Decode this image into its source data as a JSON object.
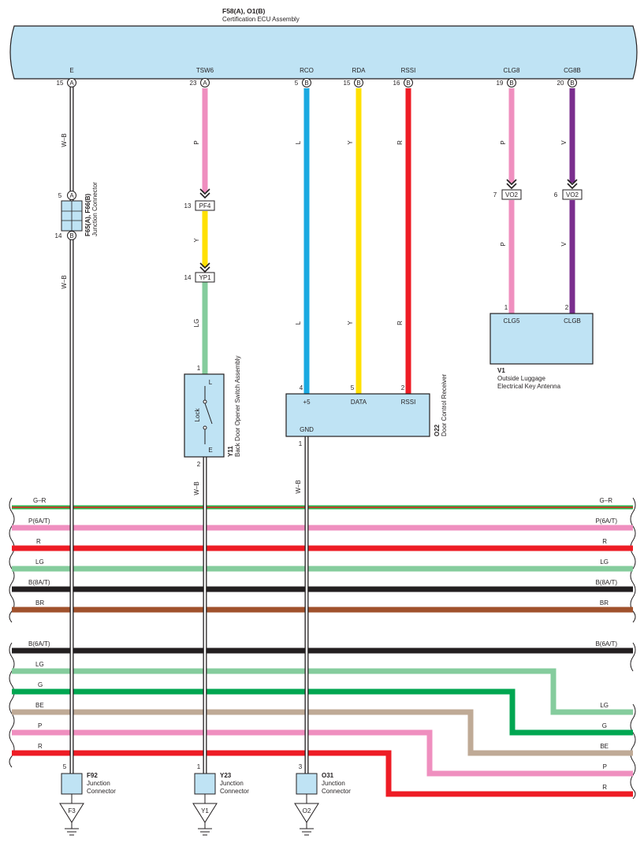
{
  "colors": {
    "ecu_fill": "#bfe3f4",
    "box_fill": "#bfe3f4",
    "P": "#ef8fbf",
    "Y": "#ffe000",
    "R": "#ee1c25",
    "L": "#19a9e1",
    "V": "#7a2e8e",
    "LG": "#85cc9d",
    "G": "#00a651",
    "BE": "#bfaa96",
    "BR": "#a0522d",
    "B": "#231f20",
    "G-R_green": "#2bb34a",
    "G-R_red": "#ee1c25"
  },
  "ecu": {
    "ref": "F58(A), O1(B)",
    "name": "Certification ECU Assembly",
    "pins": [
      {
        "label": "E",
        "num": "15",
        "conn": "A"
      },
      {
        "label": "TSW6",
        "num": "23",
        "conn": "A"
      },
      {
        "label": "RCO",
        "num": "5",
        "conn": "B"
      },
      {
        "label": "RDA",
        "num": "15",
        "conn": "B"
      },
      {
        "label": "RSSI",
        "num": "16",
        "conn": "B"
      },
      {
        "label": "CLG8",
        "num": "19",
        "conn": "B"
      },
      {
        "label": "CG8B",
        "num": "20",
        "conn": "B"
      }
    ]
  },
  "wires": {
    "e_top": "W–B",
    "e_bottom": "W–B",
    "tsw_p": "P",
    "tsw_y": "Y",
    "tsw_lg": "LG",
    "tsw_wb": "W–B",
    "rco_l1": "L",
    "rco_l2": "L",
    "rda_y1": "Y",
    "rda_y2": "Y",
    "rssi_r1": "R",
    "rssi_r2": "R",
    "gnd_wb": "W–B",
    "clg8_p1": "P",
    "clg8_p2": "P",
    "cg8b_v1": "V",
    "cg8b_v2": "V"
  },
  "junction_f65": {
    "ref": "F65(A), F66(B)",
    "name": "Junction Connector",
    "pin_top": "5",
    "conn_top": "A",
    "pin_bottom": "14",
    "conn_bottom": "B"
  },
  "inline_connectors": {
    "pf4": {
      "pin": "13",
      "name": "PF4"
    },
    "yp1": {
      "pin": "14",
      "name": "YP1"
    },
    "vo2_a": {
      "pin": "7",
      "name": "VO2"
    },
    "vo2_b": {
      "pin": "6",
      "name": "VO2"
    }
  },
  "switch_y11": {
    "ref": "Y11",
    "name": "Back Door Opener Switch Assembly",
    "pin_top": "1",
    "pin_bottom": "2",
    "term_top": "L",
    "term_bottom": "E",
    "center": "Lock"
  },
  "receiver_o22": {
    "ref": "O22",
    "name": "Door Control Receiver",
    "pins": [
      "4",
      "5",
      "2"
    ],
    "labels": [
      "+5",
      "DATA",
      "RSSI"
    ],
    "gnd_label": "GND",
    "gnd_pin": "1"
  },
  "antenna_v1": {
    "ref": "V1",
    "name_line1": "Outside Luggage",
    "name_line2": "Electrical Key Antenna",
    "pins": [
      "1",
      "2"
    ],
    "labels": [
      "CLG5",
      "CLGB"
    ]
  },
  "harness_upper": [
    "G–R",
    "P(6A/T)",
    "R",
    "LG",
    "B(8A/T)",
    "BR"
  ],
  "harness_lower_b": "B(6A/T)",
  "harness_lower_left": [
    "LG",
    "G",
    "BE",
    "P",
    "R"
  ],
  "harness_lower_right": [
    "LG",
    "G",
    "BE",
    "P",
    "R"
  ],
  "bottom_junctions": [
    {
      "pin": "5",
      "ref": "F92",
      "line1": "Junction",
      "line2": "Connector",
      "ground": "F3"
    },
    {
      "pin": "1",
      "ref": "Y23",
      "line1": "Junction",
      "line2": "Connector",
      "ground": "Y1"
    },
    {
      "pin": "3",
      "ref": "O31",
      "line1": "Junction",
      "line2": "Connector",
      "ground": "O2"
    }
  ]
}
